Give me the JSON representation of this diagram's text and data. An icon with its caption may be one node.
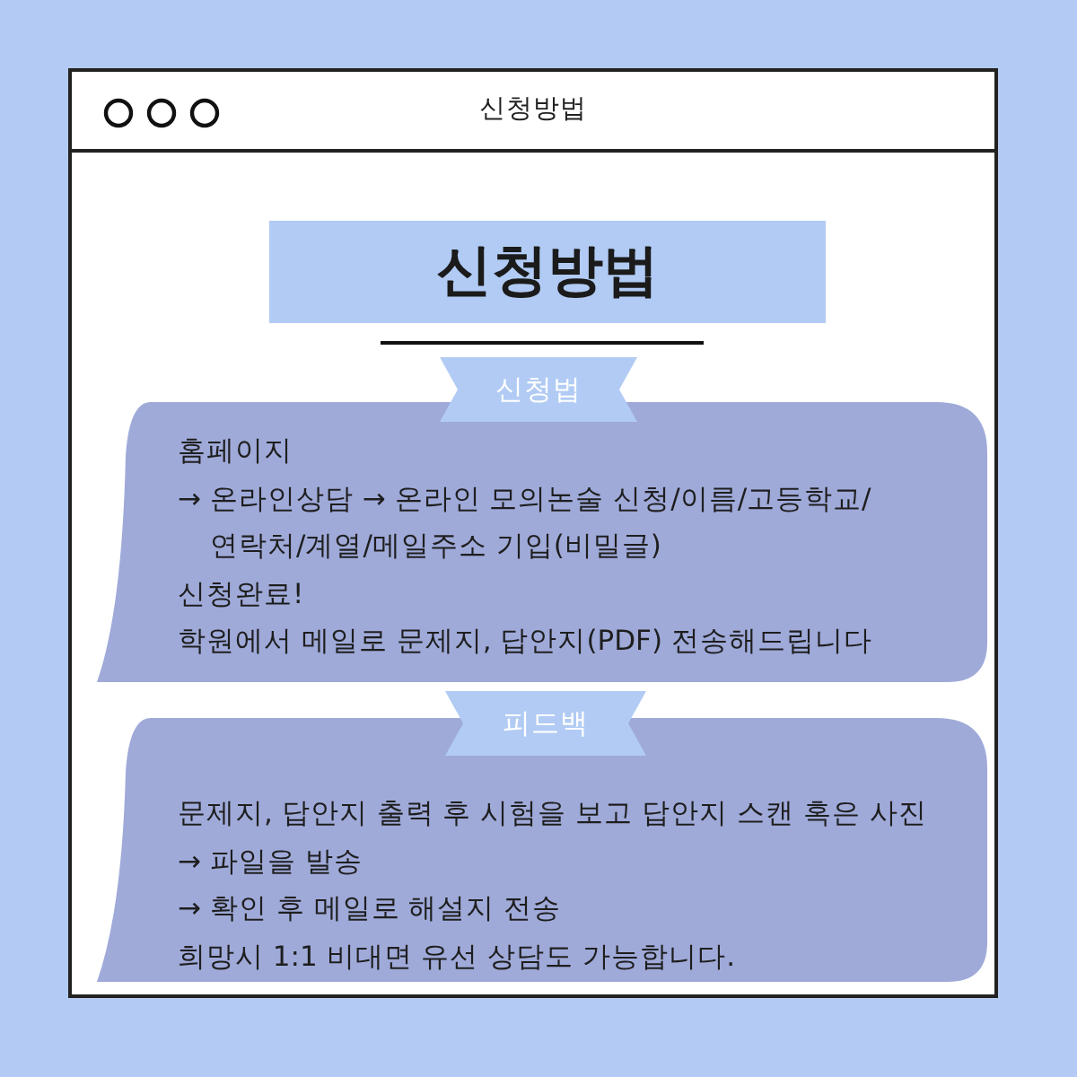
{
  "diagram": {
    "nodes": [
      {
        "text": [
          "신청방법"
        ]
      },
      {
        "text": [
          "신청방법"
        ],
        "in": 0
      },
      {
        "text": [
          "신청법"
        ],
        "in": 0
      },
      {
        "text": [
          "홈페이지",
          "→ 온라인상담 → 온라인 모의논술 신청/이름/고등학교/연락처/계열/메일주소 기입(비밀글)",
          "신청완료!",
          "학원에서 메일로 문제지, 답안지(PDF) 전송해드립니다"
        ],
        "in": 0
      },
      {
        "text": [
          "피드백"
        ],
        "in": 0
      },
      {
        "text": [
          "문제지, 답안지 출력 후 시험을 보고 답안지 스캔 혹은 사진",
          "→ 파일을 발송",
          "→ 확인 후 메일로 해설지 전송",
          "희망시 1:1 비대면 유선 상담도 가능합니다."
        ],
        "in": 0
      }
    ]
  }
}
